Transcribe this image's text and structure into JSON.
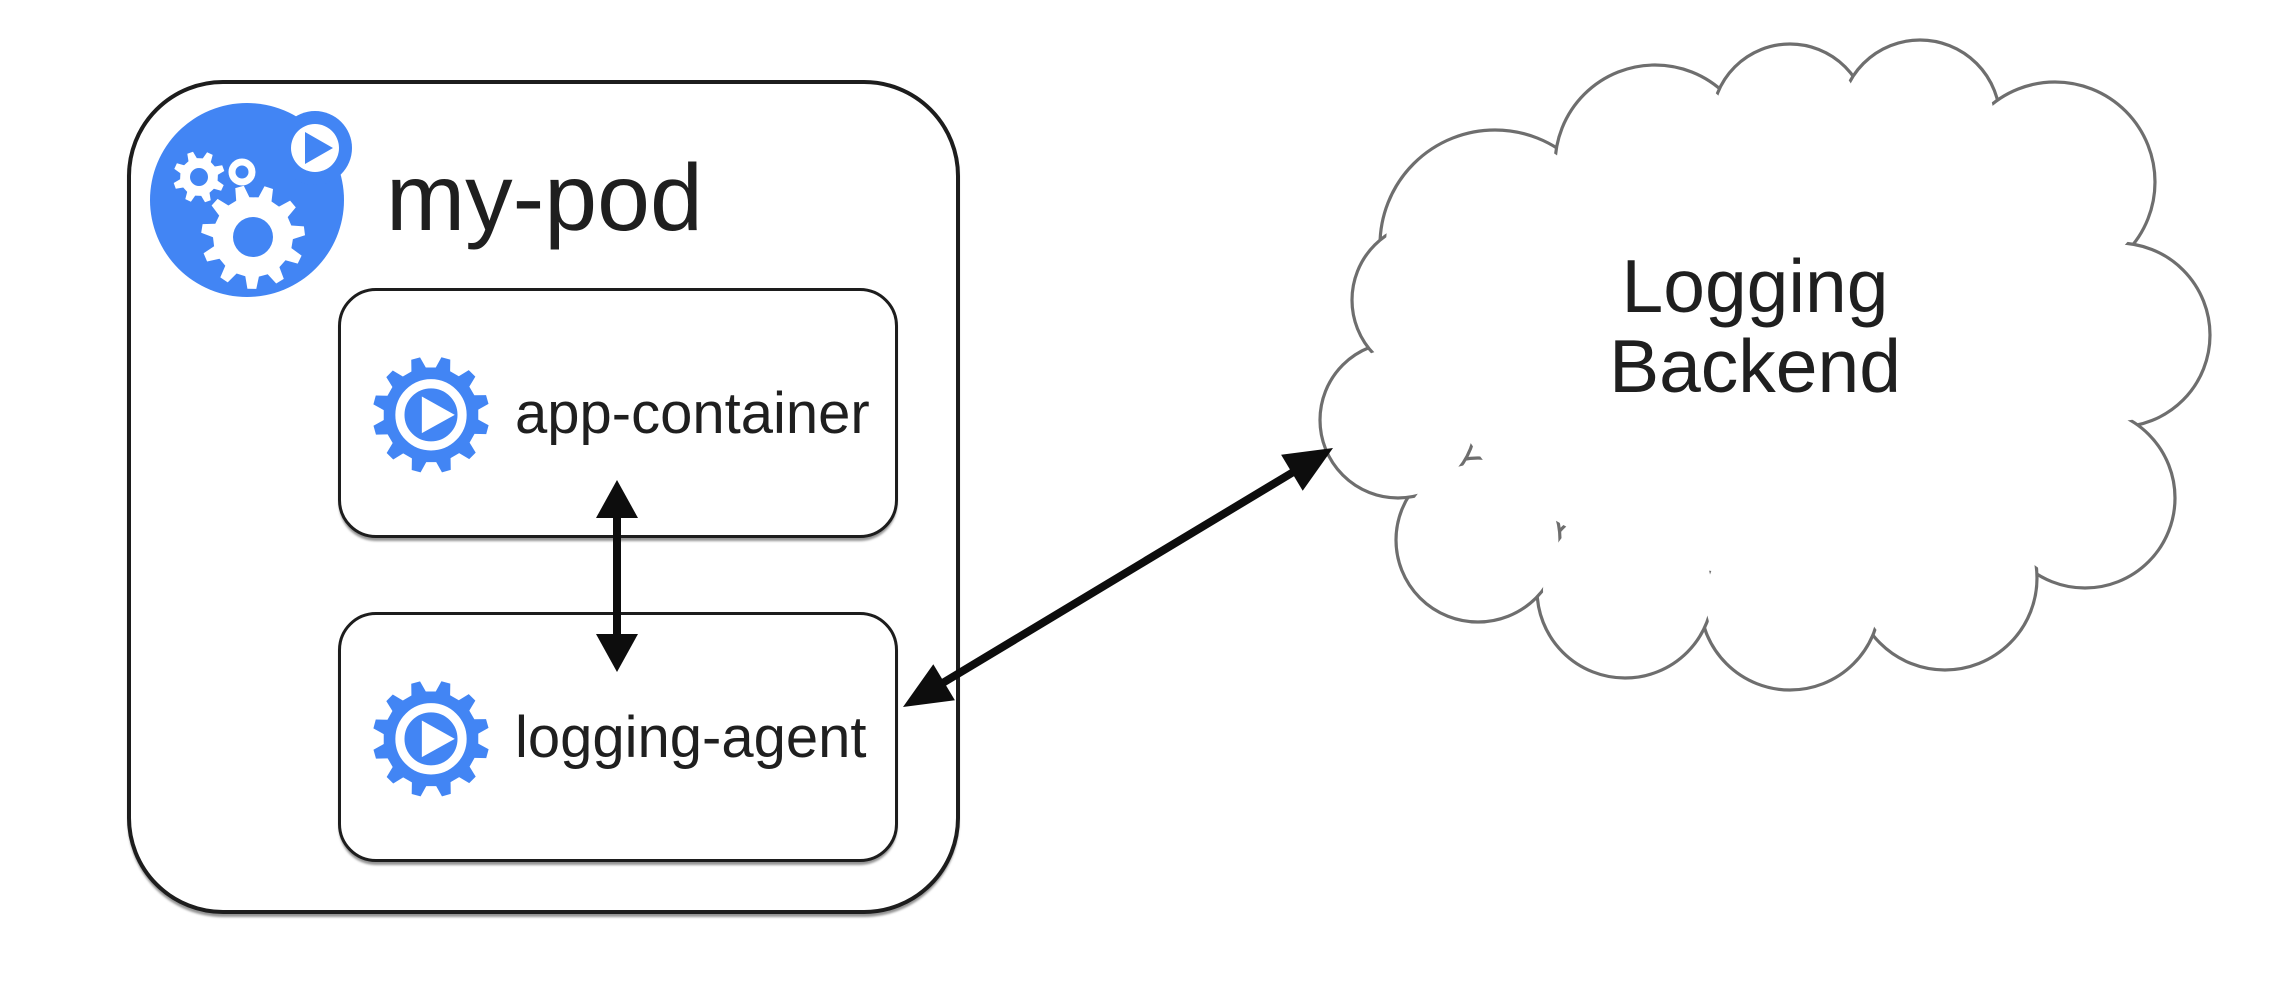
{
  "diagram": {
    "pod": {
      "title": "my-pod",
      "containers": [
        {
          "label": "app-container"
        },
        {
          "label": "logging-agent"
        }
      ]
    },
    "cloud": {
      "label_line1": "Logging",
      "label_line2": "Backend"
    },
    "icons": {
      "pod_icon": "pod-gears-icon",
      "container_icon": "container-gear-play-icon"
    },
    "colors": {
      "brand_blue": "#4285F4",
      "box_outline": "#1d1d1d",
      "cloud_outline": "#6e6e6e",
      "arrow": "#0d0d0d"
    }
  }
}
